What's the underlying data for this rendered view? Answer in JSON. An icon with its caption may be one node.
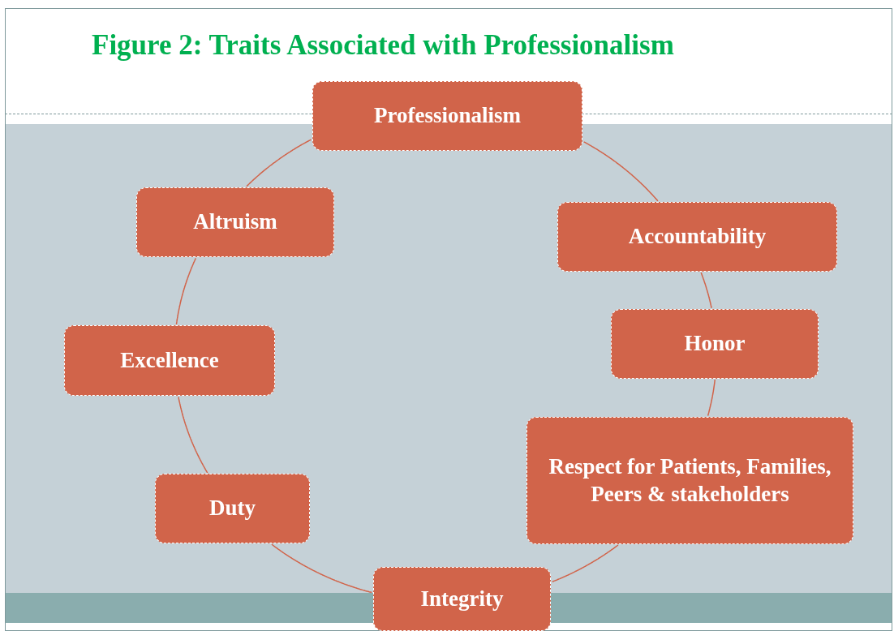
{
  "diagram": {
    "title": "Figure 2: Traits Associated with Professionalism",
    "nodes": [
      {
        "text": [
          "Professionalism"
        ]
      },
      {
        "text": [
          "Altruism"
        ]
      },
      {
        "text": [
          "Accountability"
        ]
      },
      {
        "text": [
          "Excellence"
        ]
      },
      {
        "text": [
          "Honor"
        ]
      },
      {
        "text": [
          "Duty"
        ]
      },
      {
        "text": [
          "Respect for Patients, Families, Peers & stakeholders"
        ]
      },
      {
        "text": [
          "Integrity"
        ]
      }
    ],
    "edges": [
      {
        "from": 0,
        "to": 2,
        "arrow": "none"
      },
      {
        "from": 2,
        "to": 4,
        "arrow": "none"
      },
      {
        "from": 4,
        "to": 6,
        "arrow": "none"
      },
      {
        "from": 6,
        "to": 7,
        "arrow": "none"
      },
      {
        "from": 7,
        "to": 5,
        "arrow": "none"
      },
      {
        "from": 5,
        "to": 3,
        "arrow": "none"
      },
      {
        "from": 3,
        "to": 1,
        "arrow": "none"
      },
      {
        "from": 1,
        "to": 0,
        "arrow": "none"
      }
    ]
  }
}
